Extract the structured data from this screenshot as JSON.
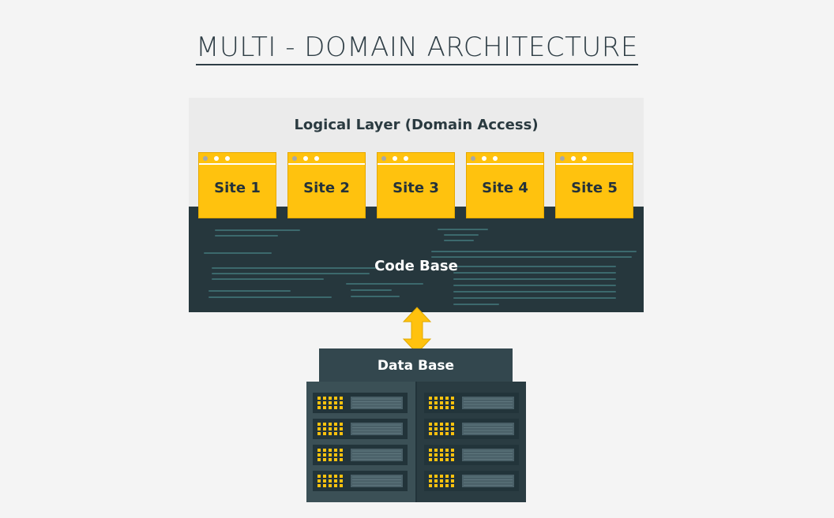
{
  "title": "MULTI - DOMAIN ARCHITECTURE",
  "logical_layer": {
    "title": "Logical Layer (Domain Access)",
    "sites": [
      "Site 1",
      "Site 2",
      "Site 3",
      "Site 4",
      "Site 5"
    ]
  },
  "code_base": {
    "title": "Code Base"
  },
  "data_base": {
    "title": "Data Base",
    "server_units_per_column": 4,
    "columns": 2
  },
  "colors": {
    "background": "#f4f4f4",
    "panel": "#ebebeb",
    "code_base": "#26373d",
    "accent": "#ffc20e",
    "text_dark": "#2a3a40",
    "server": "#33474e"
  }
}
